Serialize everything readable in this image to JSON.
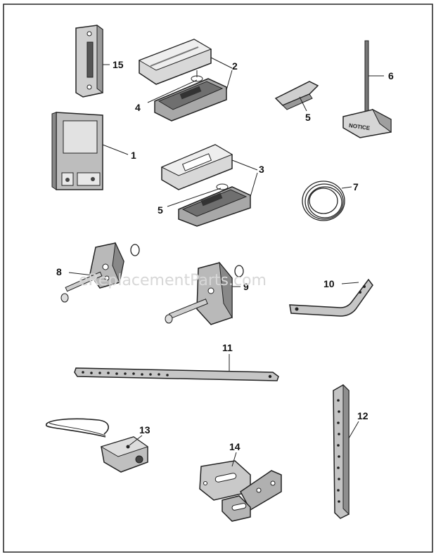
{
  "watermark": "eReplacementParts.com",
  "notice_text": "NOTICE",
  "callouts": [
    {
      "id": "part-1",
      "label": "1"
    },
    {
      "id": "part-2",
      "label": "2"
    },
    {
      "id": "part-3",
      "label": "3"
    },
    {
      "id": "part-4",
      "label": "4"
    },
    {
      "id": "part-5a",
      "label": "5"
    },
    {
      "id": "part-5b",
      "label": "5"
    },
    {
      "id": "part-6",
      "label": "6"
    },
    {
      "id": "part-7",
      "label": "7"
    },
    {
      "id": "part-8",
      "label": "8"
    },
    {
      "id": "part-9",
      "label": "9"
    },
    {
      "id": "part-10",
      "label": "10"
    },
    {
      "id": "part-11",
      "label": "11"
    },
    {
      "id": "part-12",
      "label": "12"
    },
    {
      "id": "part-13",
      "label": "13"
    },
    {
      "id": "part-14",
      "label": "14"
    },
    {
      "id": "part-15",
      "label": "15"
    }
  ]
}
